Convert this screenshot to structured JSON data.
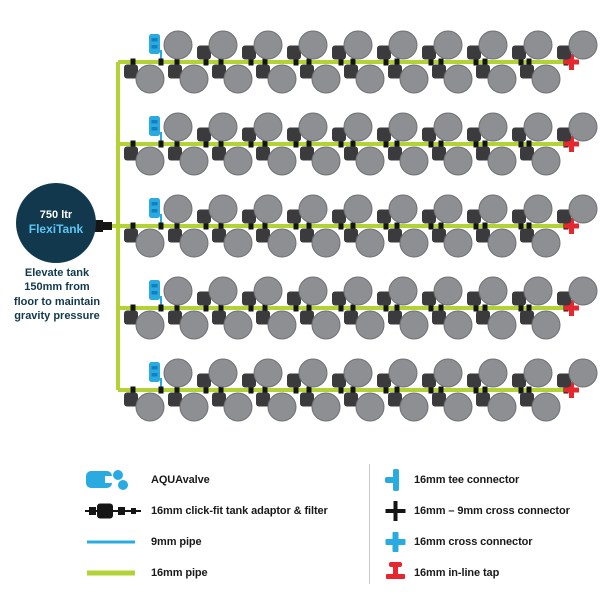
{
  "colors": {
    "pipe_16mm": "#b2d235",
    "pipe_9mm": "#29abe2",
    "aquavalve_dark": "#1080c0",
    "pot": "#8d8f92",
    "pot_border": "#6e7073",
    "tray": "#3b3b3d",
    "connector": "#151515",
    "tap": "#e8262d",
    "tank": "#12384e",
    "tank_text": "#ffffff",
    "tank_subtext": "#5bc5f2",
    "note_text": "#12384e",
    "legend_text": "#1a1a1a"
  },
  "tank": {
    "title": "750 ltr",
    "subtitle": "FlexiTank",
    "note": "Elevate tank\n150mm from\nfloor to maintain\ngravity pressure"
  },
  "diagram": {
    "sections": 5,
    "rows_per_section": 2,
    "pots_per_row": 10
  },
  "legend": {
    "left": [
      {
        "icon": "aquavalve-icon",
        "label": "AQUAvalve"
      },
      {
        "icon": "tank-adaptor-icon",
        "label": "16mm click-fit tank adaptor & filter"
      },
      {
        "icon": "pipe-9mm-icon",
        "label": "9mm pipe"
      },
      {
        "icon": "pipe-16mm-icon",
        "label": "16mm pipe"
      }
    ],
    "right": [
      {
        "icon": "tee-connector-icon",
        "label": "16mm tee connector"
      },
      {
        "icon": "cross-16-9-icon",
        "label": "16mm – 9mm cross connector"
      },
      {
        "icon": "cross-16-icon",
        "label": "16mm cross connector"
      },
      {
        "icon": "inline-tap-icon",
        "label": "16mm in-line tap"
      }
    ]
  }
}
